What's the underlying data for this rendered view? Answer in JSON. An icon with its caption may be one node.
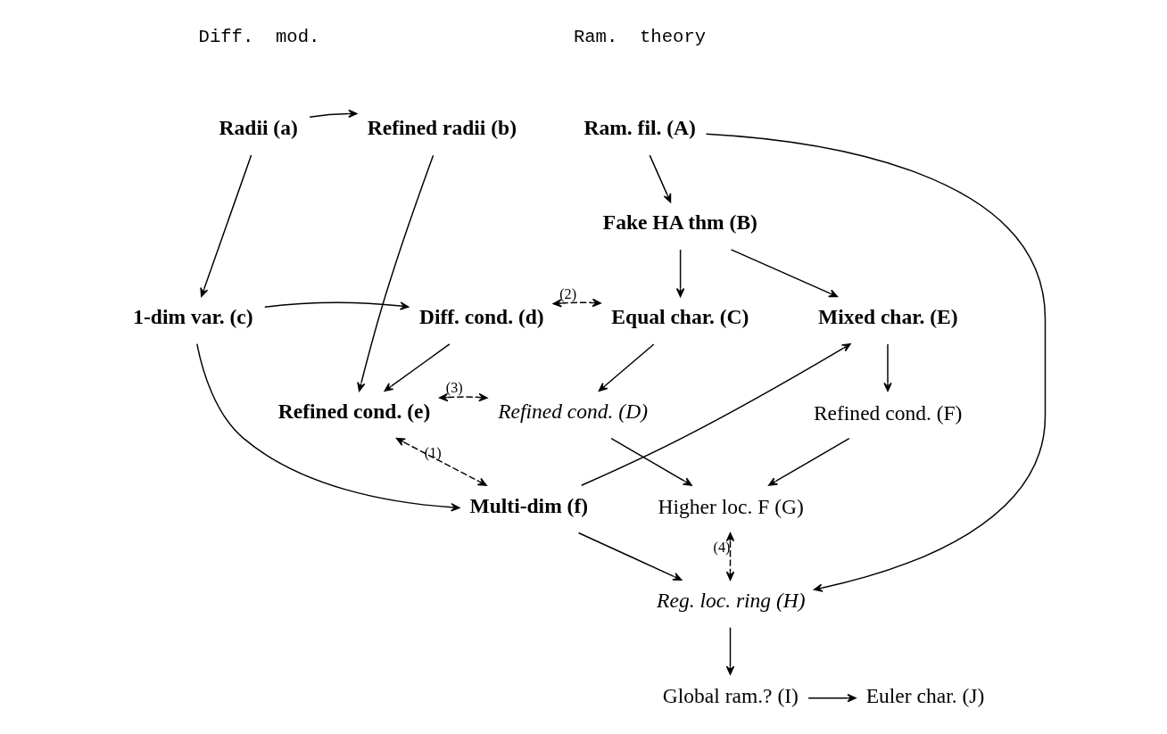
{
  "diagram": {
    "nodes": [
      {
        "text": [
          "Radii (a)"
        ]
      },
      {
        "text": [
          "Refined radii (b)"
        ]
      },
      {
        "text": [
          "Ram. fil. (A)"
        ]
      },
      {
        "text": [
          "Fake HA thm (B)"
        ]
      },
      {
        "text": [
          "1-dim var. (c)"
        ]
      },
      {
        "text": [
          "Diff. cond. (d)"
        ]
      },
      {
        "text": [
          "Equal char. (C)"
        ]
      },
      {
        "text": [
          "Mixed char. (E)"
        ]
      },
      {
        "text": [
          "Refined cond. (e)"
        ]
      },
      {
        "text": [
          "Refined cond. (D)"
        ]
      },
      {
        "text": [
          "Refined cond. (F)"
        ]
      },
      {
        "text": [
          "Multi-dim (f)"
        ]
      },
      {
        "text": [
          "Higher loc. F (G)"
        ]
      },
      {
        "text": [
          "Reg. loc. ring (H)"
        ]
      },
      {
        "text": [
          "Global ram.? (I)"
        ]
      },
      {
        "text": [
          "Euler char. (J)"
        ]
      }
    ],
    "edges": [
      {
        "from": 0,
        "to": 1,
        "arrow": "to"
      },
      {
        "from": 0,
        "to": 4,
        "arrow": "to"
      },
      {
        "from": 1,
        "to": 8,
        "arrow": "to"
      },
      {
        "from": 2,
        "to": 3,
        "arrow": "to"
      },
      {
        "from": 2,
        "to": 13,
        "arrow": "to"
      },
      {
        "from": 3,
        "to": 6,
        "arrow": "to"
      },
      {
        "from": 3,
        "to": 7,
        "arrow": "to"
      },
      {
        "from": 4,
        "to": 5,
        "arrow": "to"
      },
      {
        "from": 4,
        "to": 11,
        "arrow": "to"
      },
      {
        "from": 5,
        "to": 8,
        "arrow": "to"
      },
      {
        "from": 5,
        "to": 6,
        "arrow": "both",
        "style": "dashed",
        "label": "(2)"
      },
      {
        "from": 6,
        "to": 9,
        "arrow": "to"
      },
      {
        "from": 8,
        "to": 9,
        "arrow": "both",
        "style": "dashed",
        "label": "(3)"
      },
      {
        "from": 8,
        "to": 11,
        "arrow": "both",
        "style": "dashed",
        "label": "(1)"
      },
      {
        "from": 7,
        "to": 10,
        "arrow": "to"
      },
      {
        "from": 9,
        "to": 12,
        "arrow": "to"
      },
      {
        "from": 10,
        "to": 12,
        "arrow": "to"
      },
      {
        "from": 11,
        "to": 7,
        "arrow": "to"
      },
      {
        "from": 11,
        "to": 13,
        "arrow": "to"
      },
      {
        "from": 12,
        "to": 13,
        "arrow": "both",
        "style": "dashed",
        "label": "(4)"
      },
      {
        "from": 13,
        "to": 14,
        "arrow": "to"
      },
      {
        "from": 14,
        "to": 15,
        "arrow": "to"
      }
    ],
    "labels": [
      "Diff.  mod.",
      "Ram.  theory"
    ]
  }
}
